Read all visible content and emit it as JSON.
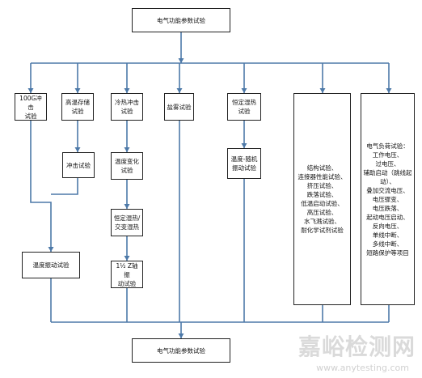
{
  "nodes": {
    "top": "电气功能参数试验",
    "bottom": "电气功能参数试验",
    "shock100g": "100G冲击\n试验",
    "high_temp_storage": "高温存储\n试验",
    "impact": "冲击试验",
    "thermal_shock": "冷热冲击\n试验",
    "temp_change": "温度变化\n试验",
    "steady_humid": "恒定湿热/\n交变湿热",
    "vib_11hz": "1½ Z轴振\n动试验",
    "salt_spray": "盐雾试验",
    "steady_damp": "恒定湿热\n试验",
    "temp_random_vib": "温度-随机\n振动试验",
    "temp_vib": "温度振动试验",
    "structural_list": "结构试验、\n连接器性能试验、\n挤压试验、\n跌落试验、\n低温启动试验、\n高压试验、\n水飞溅试验、\n耐化学试剂试验",
    "electrical_load": "电气负荷试验：\n工作电压、\n过电压、\n辅助启动（跳线起\n动）、\n叠加交流电压、\n电压骤变、\n电压跌落、\n起动电压启动、\n反向电压、\n单线中断、\n多线中断、\n短路保护等项目"
  },
  "watermark": {
    "main": "嘉峪检测网",
    "sub": "www.anytesting.com"
  }
}
